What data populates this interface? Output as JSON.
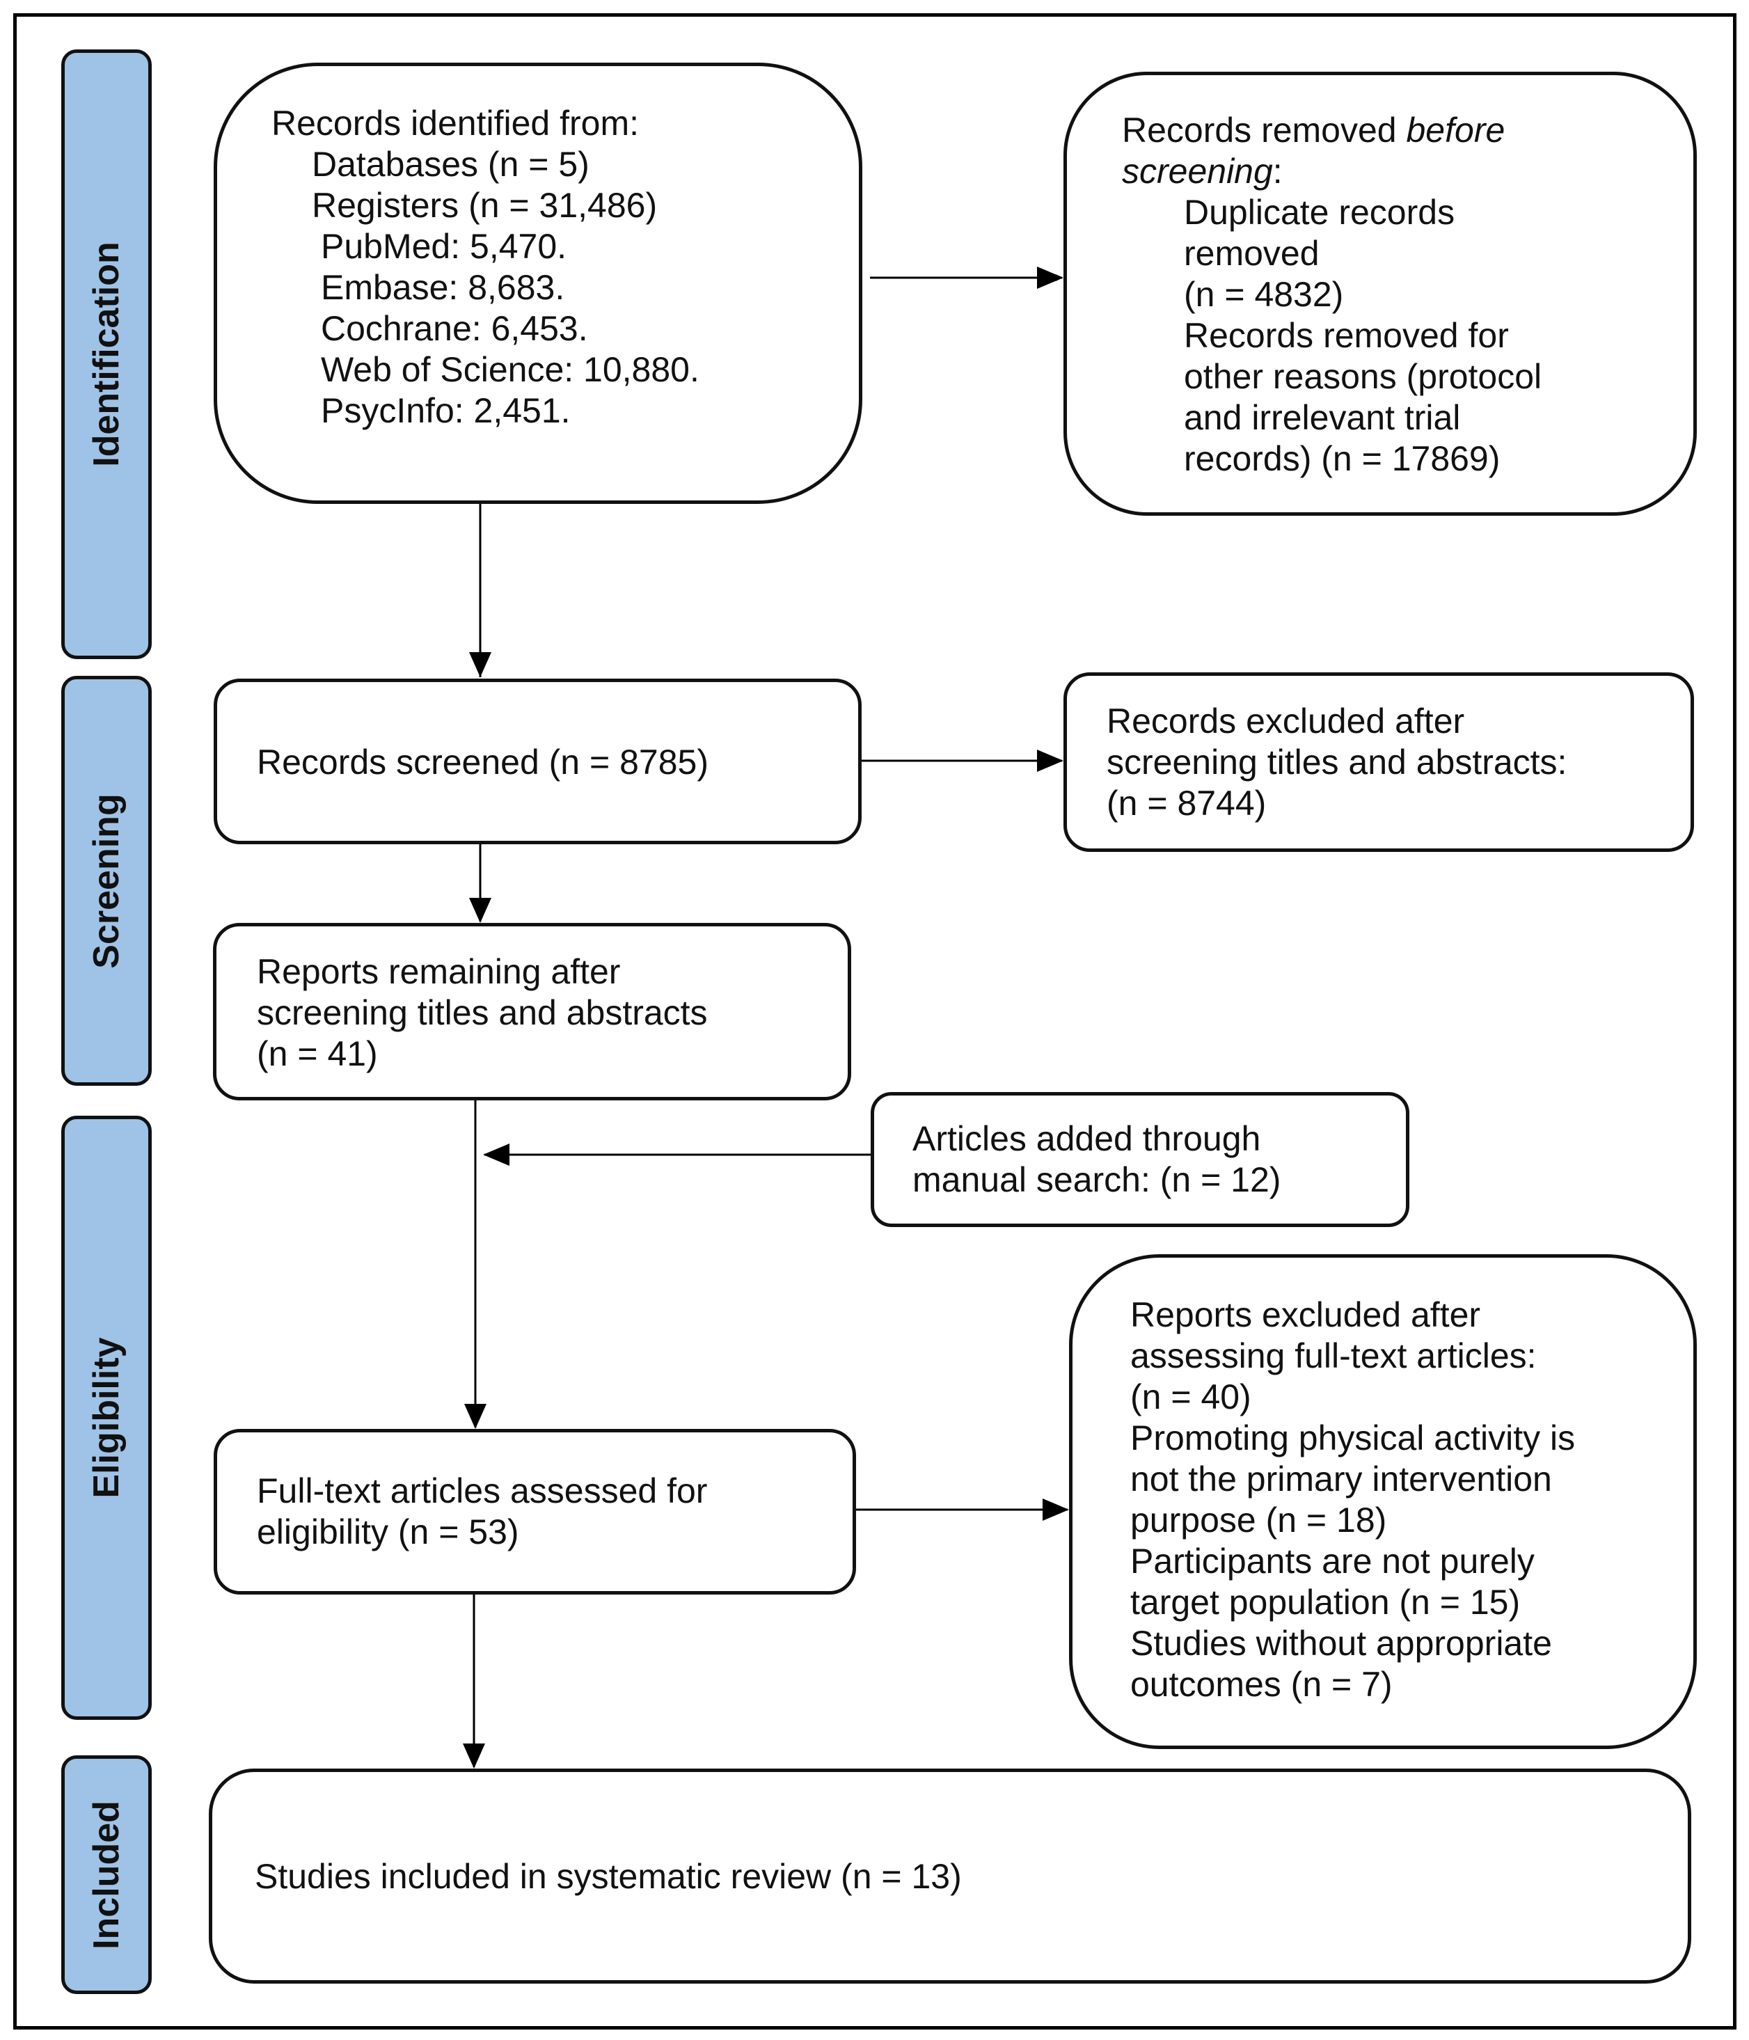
{
  "stages": [
    "Identification",
    "Screening",
    "Eligibility",
    "Included"
  ],
  "identified": {
    "heading": "Records identified from:",
    "lines": [
      "Databases (n = 5)",
      "Registers (n = 31,486)"
    ],
    "sources": [
      "PubMed: 5,470.",
      "Embase: 8,683.",
      "Cochrane: 6,453.",
      "Web of Science: 10,880.",
      "PsycInfo: 2,451."
    ]
  },
  "removed": {
    "heading_a": "Records removed ",
    "heading_em": "before",
    "heading_em2": "screening",
    "heading_b": ":",
    "lines": [
      "Duplicate records",
      "removed",
      "(n = 4832)",
      "Records removed for",
      "other reasons (protocol",
      "and irrelevant trial",
      "records) (n = 17869)"
    ]
  },
  "screened": "Records screened (n = 8785)",
  "excluded_screening": [
    "Records excluded after",
    "screening titles and abstracts:",
    "(n = 8744)"
  ],
  "remaining": [
    "Reports remaining after",
    "screening titles and abstracts",
    "(n = 41)"
  ],
  "manual": [
    "Articles added through",
    "manual search: (n = 12)"
  ],
  "fulltext": [
    "Full-text articles assessed for",
    "eligibility (n = 53)"
  ],
  "excluded_fulltext": [
    "Reports excluded after",
    "assessing full-text articles:",
    "(n = 40)",
    "Promoting physical activity is",
    "not the primary intervention",
    "purpose (n = 18)",
    "Participants are not purely",
    "target population (n = 15)",
    "Studies without appropriate",
    "outcomes (n = 7)"
  ],
  "included": "Studies included in systematic review (n = 13)",
  "colors": {
    "stage_fill": "#9fc3e6",
    "border": "#111111"
  }
}
